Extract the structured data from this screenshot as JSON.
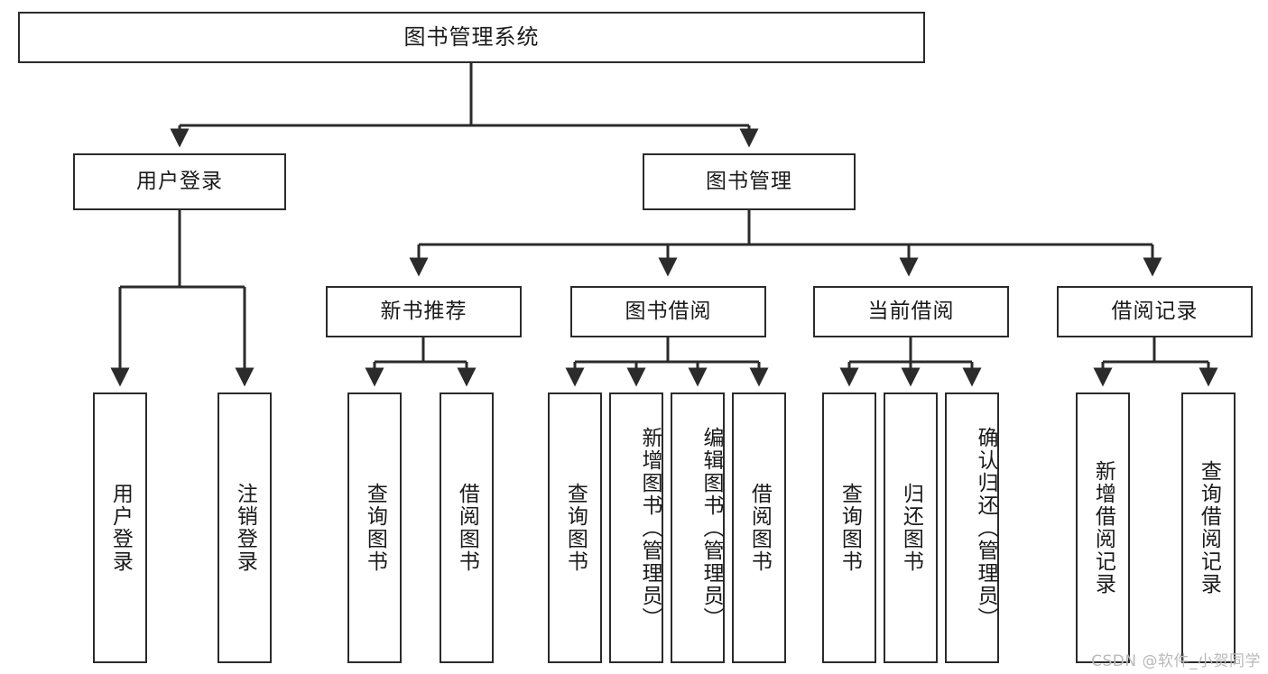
{
  "diagram": {
    "type": "tree",
    "title": "图书管理系统",
    "orientation": "top-down",
    "colors": {
      "box_border": "#2b2b2b",
      "box_fill": "#ffffff",
      "connector": "#2b2b2b",
      "text": "#1a1a1a",
      "watermark": "#b9b9b9"
    },
    "root": {
      "label": "图书管理系统"
    },
    "level2": [
      {
        "label": "用户登录"
      },
      {
        "label": "图书管理"
      }
    ],
    "level3": [
      {
        "label": "新书推荐"
      },
      {
        "label": "图书借阅"
      },
      {
        "label": "当前借阅"
      },
      {
        "label": "借阅记录"
      }
    ],
    "leaves": {
      "user_login": [
        {
          "label": "用户登录"
        },
        {
          "label": "注销登录"
        }
      ],
      "new_book": [
        {
          "label": "查询图书"
        },
        {
          "label": "借阅图书"
        }
      ],
      "book_borrow": [
        {
          "label": "查询图书"
        },
        {
          "label": "新增图书（管理员）"
        },
        {
          "label": "编辑图书（管理员）"
        },
        {
          "label": "借阅图书"
        }
      ],
      "current_borrow": [
        {
          "label": "查询图书"
        },
        {
          "label": "归还图书"
        },
        {
          "label": "确认归还（管理员）"
        }
      ],
      "borrow_record": [
        {
          "label": "新增借阅记录"
        },
        {
          "label": "查询借阅记录"
        }
      ]
    },
    "watermark": "CSDN @软件_小贺同学"
  }
}
